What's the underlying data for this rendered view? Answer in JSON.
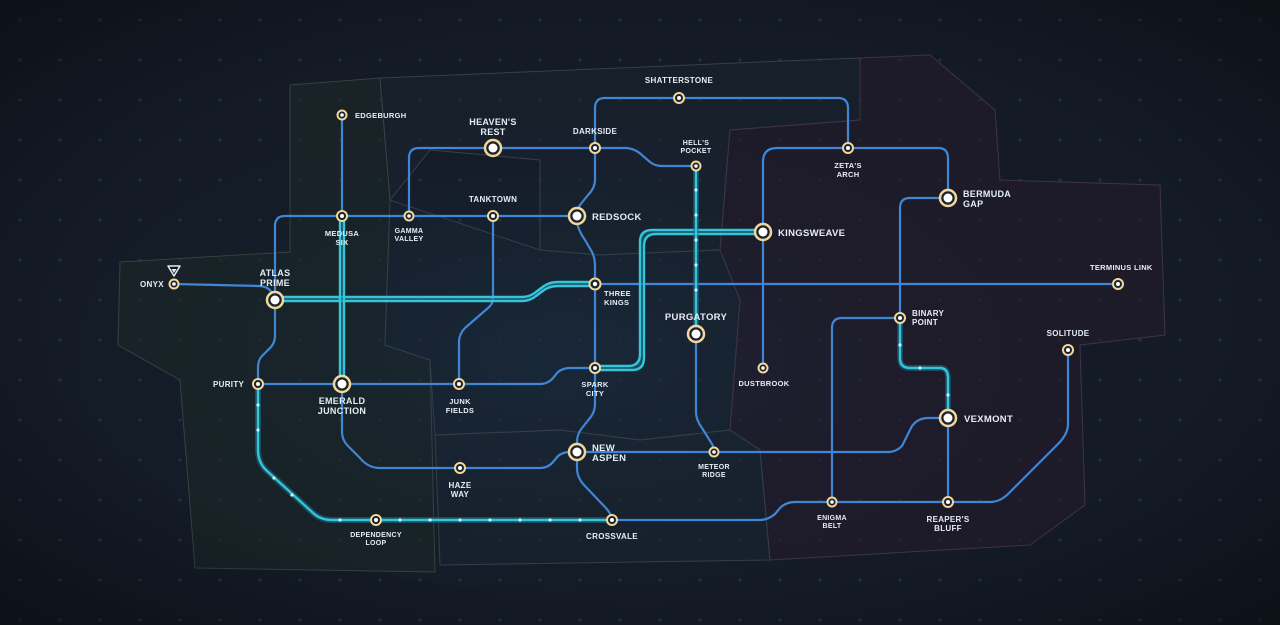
{
  "map": {
    "colors": {
      "background": "#141b26",
      "region": "#1d2a2a",
      "region_stroke": "#3a4a48",
      "region_magenta": "#2a1c2c",
      "route_blue": "#3f86d6",
      "route_cyan": "#35c4d8",
      "node_ring": "#f2d79a",
      "node_fill": "#ffffff",
      "label": "#e6edf5"
    },
    "current_location": {
      "name": "ONYX",
      "icon": "location-marker-icon"
    },
    "stations": [
      {
        "id": "onyx",
        "label": "ONYX"
      },
      {
        "id": "atlas-prime",
        "label": "ATLAS PRIME"
      },
      {
        "id": "edgeburgh",
        "label": "EDGEBURGH"
      },
      {
        "id": "medusa-six",
        "label": "MEDUSA SIX"
      },
      {
        "id": "gamma-valley",
        "label": "GAMMA VALLEY"
      },
      {
        "id": "heavens-rest",
        "label": "HEAVEN'S REST"
      },
      {
        "id": "tanktown",
        "label": "TANKTOWN"
      },
      {
        "id": "redsock",
        "label": "REDSOCK"
      },
      {
        "id": "darkside",
        "label": "DARKSIDE"
      },
      {
        "id": "shatterstone",
        "label": "SHATTERSTONE"
      },
      {
        "id": "hells-pocket",
        "label": "HELL'S POCKET"
      },
      {
        "id": "kingsweave",
        "label": "KINGSWEAVE"
      },
      {
        "id": "zetas-arch",
        "label": "ZETA'S ARCH"
      },
      {
        "id": "bermuda-gap",
        "label": "BERMUDA GAP"
      },
      {
        "id": "terminus-link",
        "label": "TERMINUS LINK"
      },
      {
        "id": "three-kings",
        "label": "THREE KINGS"
      },
      {
        "id": "purgatory",
        "label": "PURGATORY"
      },
      {
        "id": "binary-point",
        "label": "BINARY POINT"
      },
      {
        "id": "solitude",
        "label": "SOLITUDE"
      },
      {
        "id": "dustbrook",
        "label": "DUSTBROOK"
      },
      {
        "id": "purity",
        "label": "PURITY"
      },
      {
        "id": "emerald-junction",
        "label": "EMERALD JUNCTION"
      },
      {
        "id": "junk-fields",
        "label": "JUNK FIELDS"
      },
      {
        "id": "spark-city",
        "label": "SPARK CITY"
      },
      {
        "id": "vexmont",
        "label": "VEXMONT"
      },
      {
        "id": "new-aspen",
        "label": "NEW ASPEN"
      },
      {
        "id": "meteor-ridge",
        "label": "METEOR RIDGE"
      },
      {
        "id": "haze-way",
        "label": "HAZE WAY"
      },
      {
        "id": "crossvale",
        "label": "CROSSVALE"
      },
      {
        "id": "dependency-loop",
        "label": "DEPENDENCY LOOP"
      },
      {
        "id": "enigma-belt",
        "label": "ENIGMA BELT"
      },
      {
        "id": "reapers-bluff",
        "label": "REAPER'S BLUFF"
      }
    ]
  }
}
